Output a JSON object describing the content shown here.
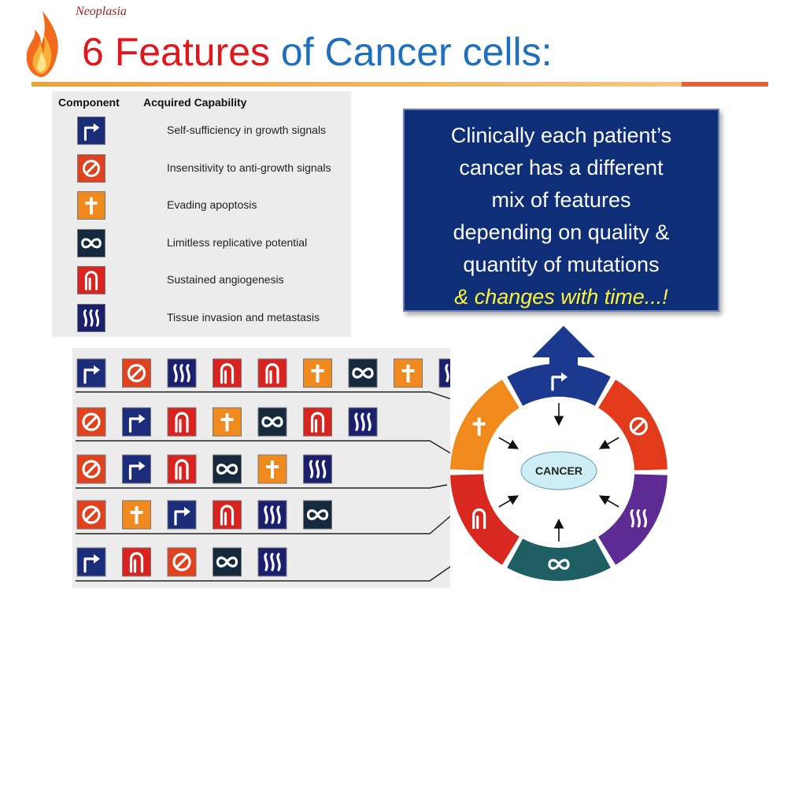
{
  "header": {
    "kicker": "Neoplasia",
    "title_part1": "6 Features",
    "title_part2": " of Cancer cells:"
  },
  "legend": {
    "col_component": "Component",
    "col_capability": "Acquired Capability",
    "rows": [
      {
        "icon": "arrow-turn-icon",
        "color": "#1b2d7a",
        "label": "Self-sufficiency in growth signals"
      },
      {
        "icon": "prohibit-icon",
        "color": "#e0411f",
        "label": "Insensitivity to anti-growth signals"
      },
      {
        "icon": "cross-icon",
        "color": "#f0891e",
        "label": "Evading apoptosis"
      },
      {
        "icon": "infinity-icon",
        "color": "#162a3d",
        "label": "Limitless replicative potential"
      },
      {
        "icon": "vessel-icon",
        "color": "#d8231f",
        "label": "Sustained angiogenesis"
      },
      {
        "icon": "waves-icon",
        "color": "#1a1f6e",
        "label": "Tissue invasion and metastasis"
      }
    ]
  },
  "combos": [
    [
      "arrow-turn-icon",
      "prohibit-icon",
      "waves-icon",
      "vessel-icon",
      "vessel-icon",
      "cross-icon",
      "infinity-icon",
      "cross-icon",
      "waves-icon"
    ],
    [
      "prohibit-icon",
      "arrow-turn-icon",
      "vessel-icon",
      "cross-icon",
      "infinity-icon",
      "vessel-icon",
      "waves-icon"
    ],
    [
      "prohibit-icon",
      "arrow-turn-icon",
      "vessel-icon",
      "infinity-icon",
      "cross-icon",
      "waves-icon"
    ],
    [
      "prohibit-icon",
      "cross-icon",
      "arrow-turn-icon",
      "vessel-icon",
      "waves-icon",
      "infinity-icon"
    ],
    [
      "arrow-turn-icon",
      "vessel-icon",
      "prohibit-icon",
      "infinity-icon",
      "waves-icon"
    ]
  ],
  "callout": {
    "line1": "Clinically each patient’s",
    "line2": "cancer has a different",
    "line3": "mix of features",
    "line4": "depending on quality &",
    "line5": "quantity of mutations",
    "line6": "& changes with time...!"
  },
  "wheel": {
    "center_label": "CANCER",
    "segments": [
      {
        "icon": "arrow-turn-icon",
        "color": "#1b3a8f"
      },
      {
        "icon": "prohibit-icon",
        "color": "#e33a1c"
      },
      {
        "icon": "waves-icon",
        "color": "#5e2a93"
      },
      {
        "icon": "infinity-icon",
        "color": "#1f5f63"
      },
      {
        "icon": "vessel-icon",
        "color": "#d8281f"
      },
      {
        "icon": "cross-icon",
        "color": "#f08a1c"
      }
    ]
  },
  "colors": {
    "title_red": "#e3161c",
    "title_blue": "#1f6fbf",
    "callout_bg": "#0e2f77",
    "callout_emphasis": "#fff23a"
  }
}
